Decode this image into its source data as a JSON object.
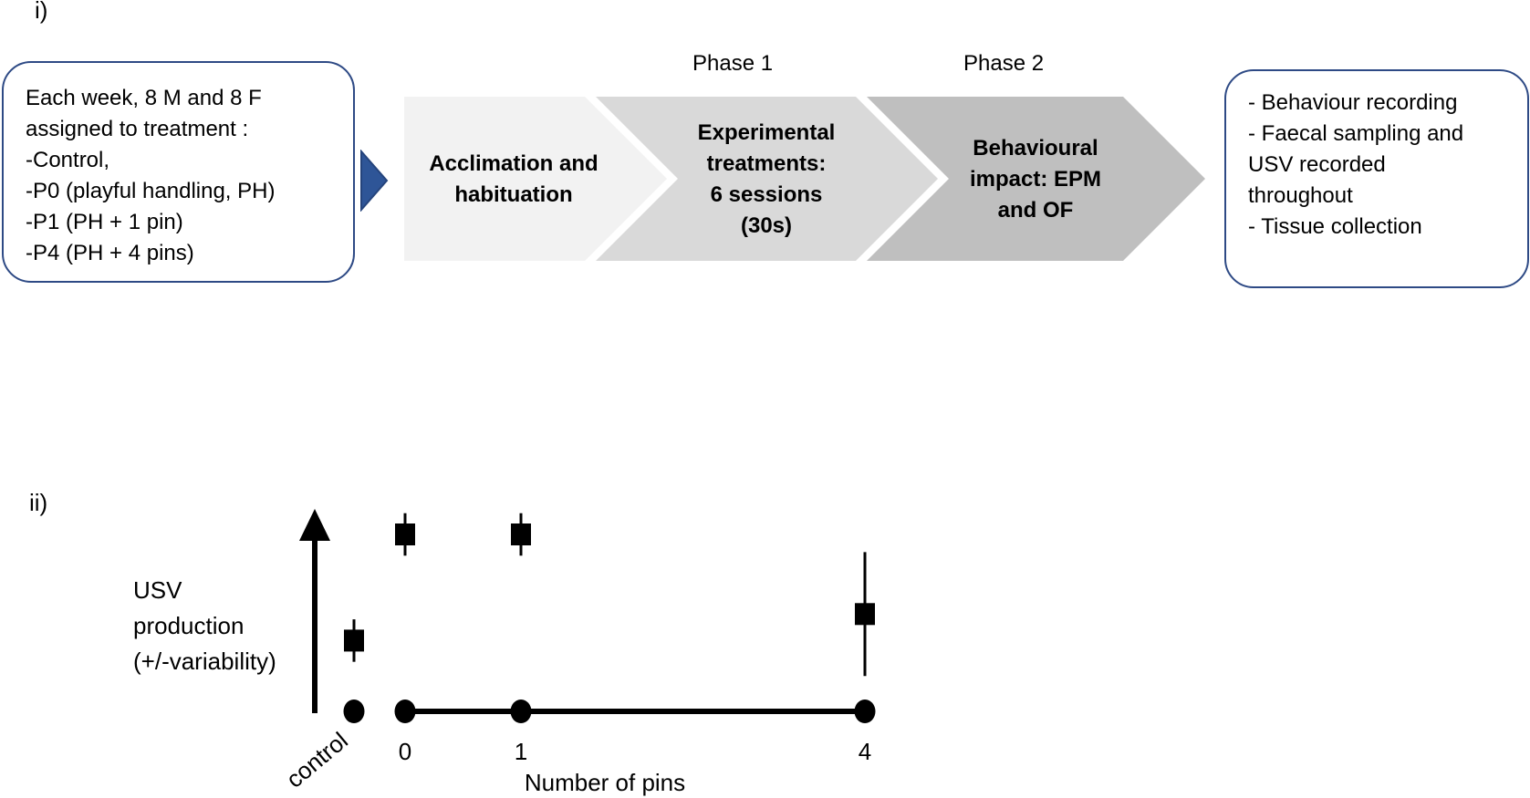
{
  "panel_i_label": "i)",
  "panel_ii_label": "ii)",
  "input_box": {
    "lines": [
      "Each week, 8 M and 8 F",
      "assigned to treatment :",
      "-Control,",
      "-P0 (playful handling, PH)",
      "-P1 (PH + 1 pin)",
      "-P4 (PH + 4 pins)"
    ]
  },
  "phases": {
    "phase1": "Phase 1",
    "phase2": "Phase 2"
  },
  "stages": {
    "acclimation": [
      "Acclimation and",
      "habituation"
    ],
    "experimental": [
      "Experimental",
      "treatments:",
      "6 sessions",
      "(30s)"
    ],
    "behavioural": [
      "Behavioural",
      "impact: EPM",
      "and OF"
    ]
  },
  "output_box": {
    "lines": [
      "- Behaviour recording",
      "- Faecal sampling and",
      "USV recorded",
      "throughout",
      "- Tissue collection"
    ]
  },
  "colors": {
    "box_border": "#2e4a85",
    "pointer": "#2e5597",
    "stage1": "#f2f2f2",
    "stage2": "#d9d9d9",
    "stage3": "#bfbfbf"
  },
  "chart_data": {
    "type": "scatter",
    "ylabel": [
      "USV",
      "production",
      "(+/-variability)"
    ],
    "xlabel": "Number of pins",
    "categories": [
      "control",
      "0",
      "1",
      "4"
    ],
    "series": [
      {
        "marker": "square",
        "points": [
          {
            "category": "control",
            "value": 0.4,
            "low": 0.28,
            "high": 0.52
          },
          {
            "category": "0",
            "value": 1.0,
            "low": 0.88,
            "high": 1.12
          },
          {
            "category": "1",
            "value": 1.0,
            "low": 0.88,
            "high": 1.12
          },
          {
            "category": "4",
            "value": 0.55,
            "low": 0.2,
            "high": 0.9
          }
        ]
      },
      {
        "marker": "circle",
        "points": [
          {
            "category": "control",
            "value": 0.0
          },
          {
            "category": "0",
            "value": 0.0
          },
          {
            "category": "1",
            "value": 0.0
          },
          {
            "category": "4",
            "value": 0.0
          }
        ]
      }
    ]
  }
}
